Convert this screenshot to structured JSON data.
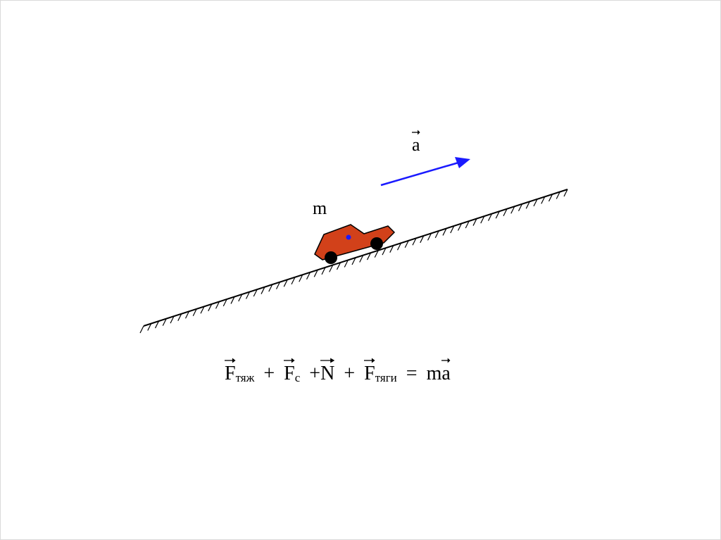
{
  "diagram": {
    "acceleration_symbol": "a",
    "mass_symbol": "m",
    "colors": {
      "car_body": "#d2411a",
      "acceleration_arrow": "#1a1aff",
      "center_of_mass_dot": "#1a1aff",
      "wheels": "#000000",
      "incline": "#000000"
    }
  },
  "equation": {
    "gravity_symbol": "F",
    "gravity_subscript": "тяж",
    "plus_1": "+",
    "friction_symbol": "F",
    "friction_subscript": "c",
    "plus_2": "+",
    "normal_symbol": "N",
    "plus_3": "+",
    "traction_symbol": "F",
    "traction_subscript": "тяги",
    "equals": "=",
    "mass_symbol": "m",
    "acceleration_symbol": "a"
  }
}
